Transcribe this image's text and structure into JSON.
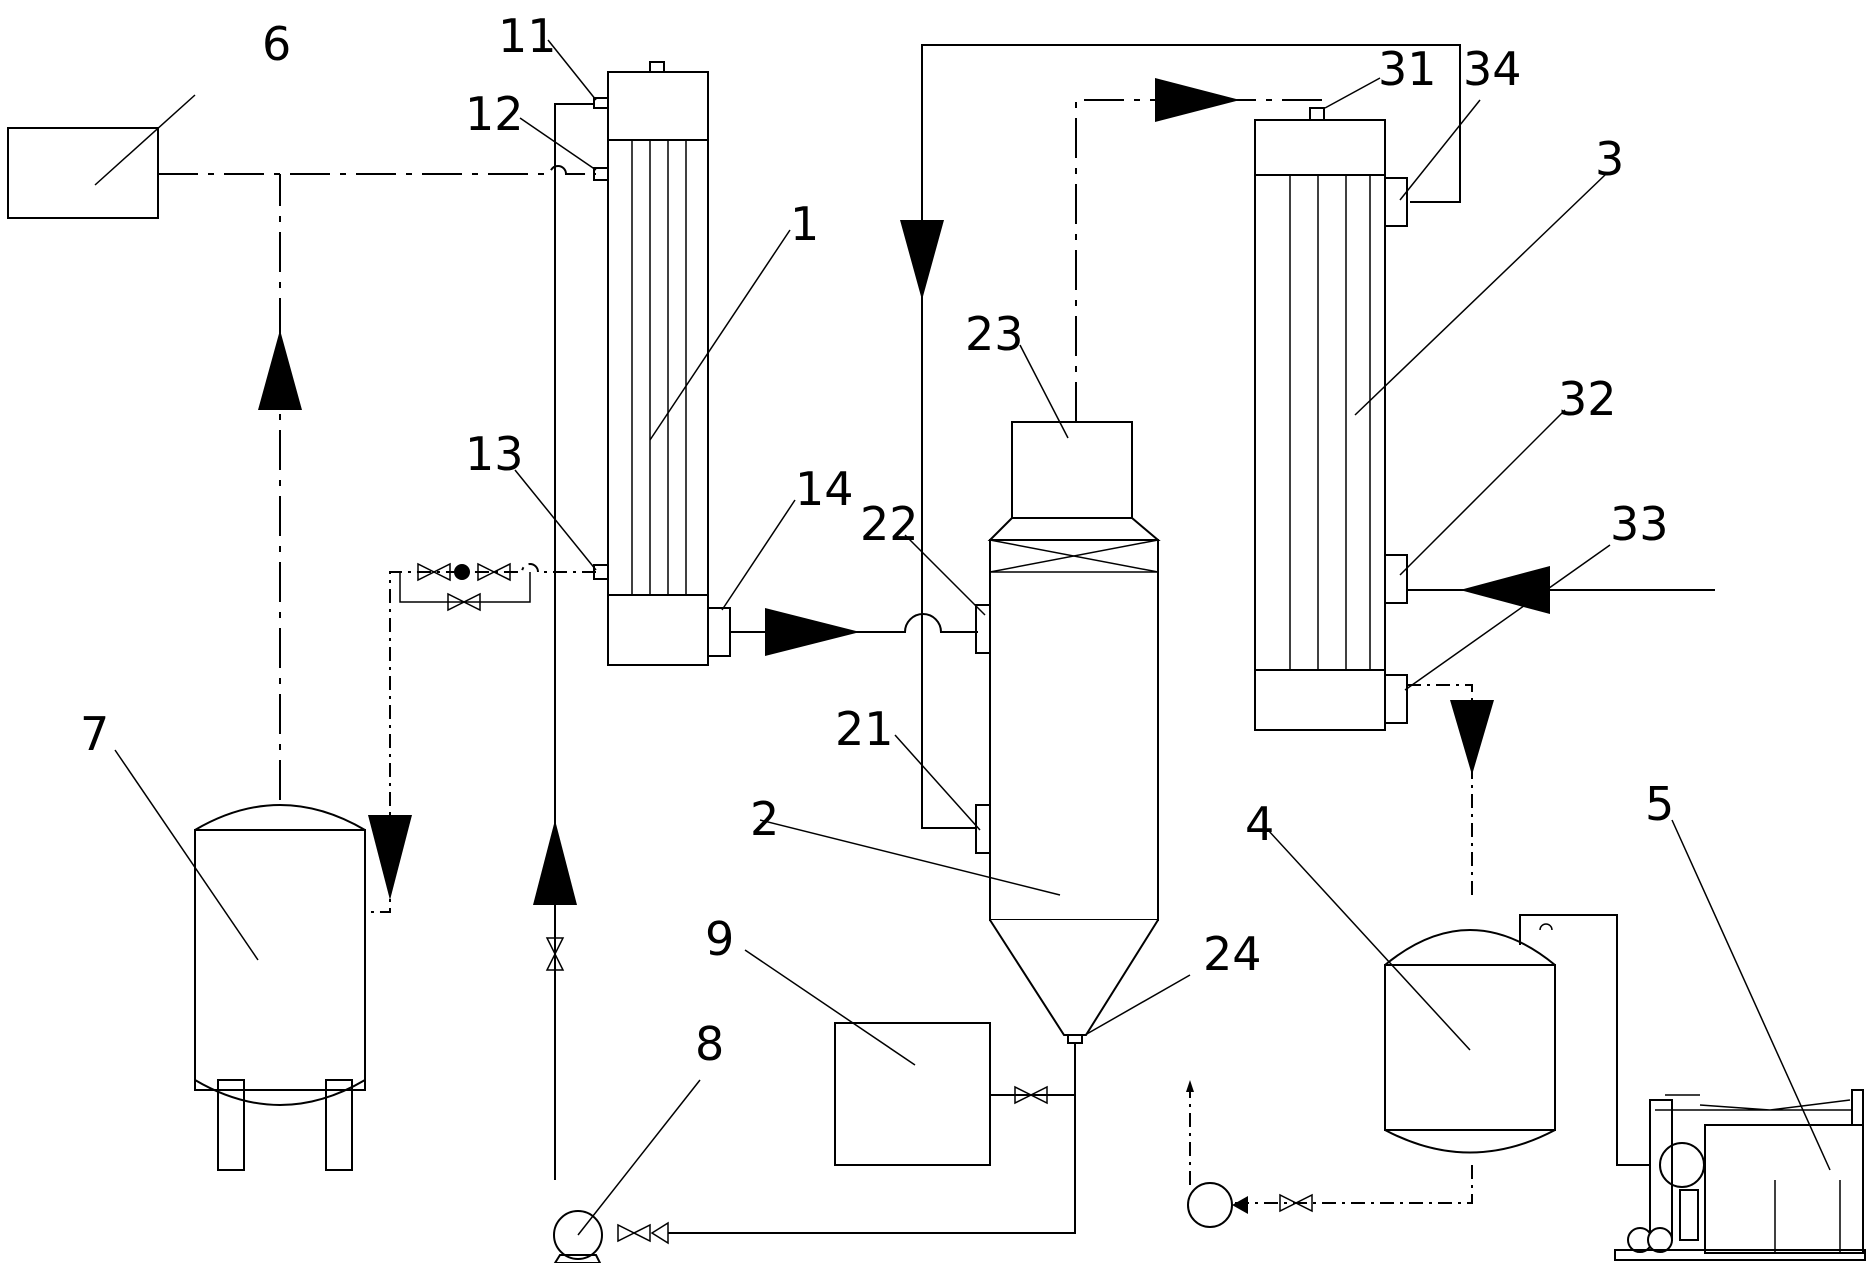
{
  "labels": {
    "l1": "1",
    "l2": "2",
    "l3": "3",
    "l4": "4",
    "l5": "5",
    "l6": "6",
    "l7": "7",
    "l8": "8",
    "l9": "9",
    "l11": "11",
    "l12": "12",
    "l13": "13",
    "l14": "14",
    "l21": "21",
    "l22": "22",
    "l23": "23",
    "l24": "24",
    "l31": "31",
    "l32": "32",
    "l33": "33",
    "l34": "34"
  }
}
